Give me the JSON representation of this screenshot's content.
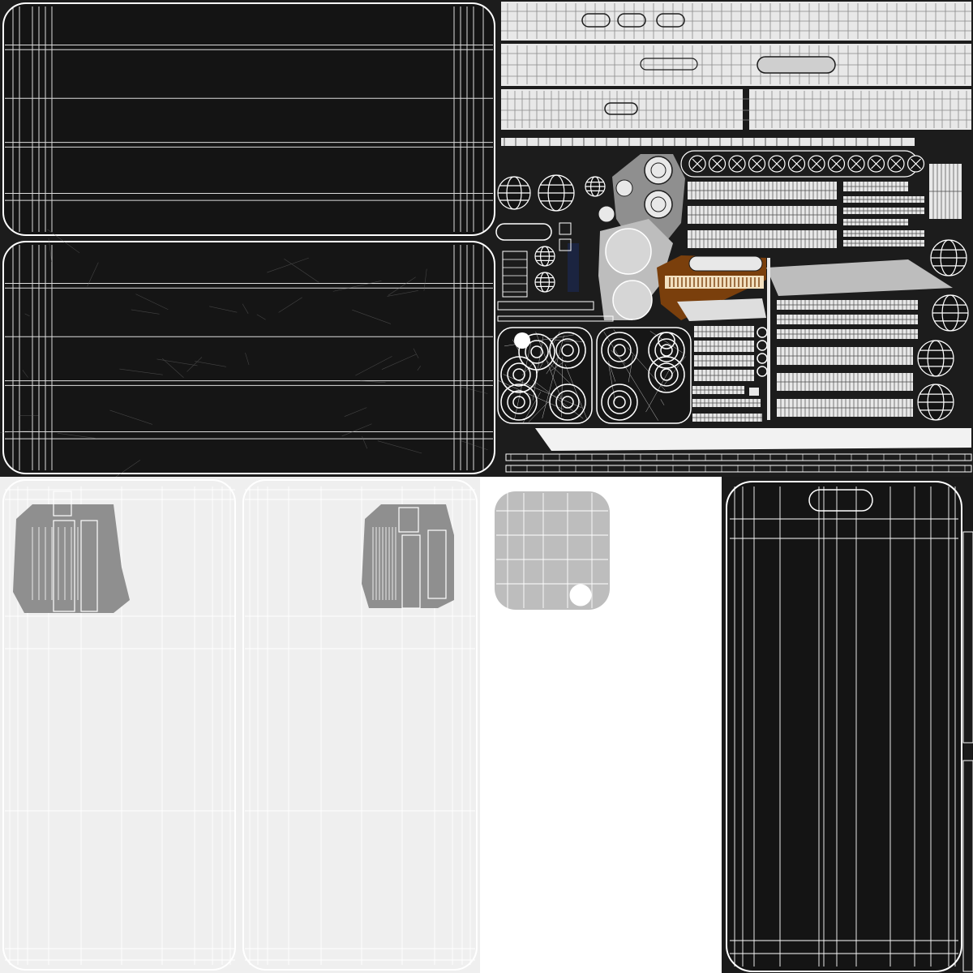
{
  "palette": {
    "background": "#1c1c1c",
    "dark_fill": "#141414",
    "light_fill": "#efefef",
    "white_fill": "#ffffff",
    "grey_fill": "#8f8f8f",
    "light_grey_fill": "#bdbdbd",
    "wire": "#ffffff",
    "wire_on_light": "#ffffff",
    "accent_brown": "#7a3f0c",
    "accent_navy": "#1b2440"
  },
  "islands": {
    "back_panel_count": 2,
    "light_panel_count": 2,
    "camera_block_count": 2,
    "front_screen_count": 1,
    "component_dial_count": 12,
    "sphere_count": 9
  }
}
